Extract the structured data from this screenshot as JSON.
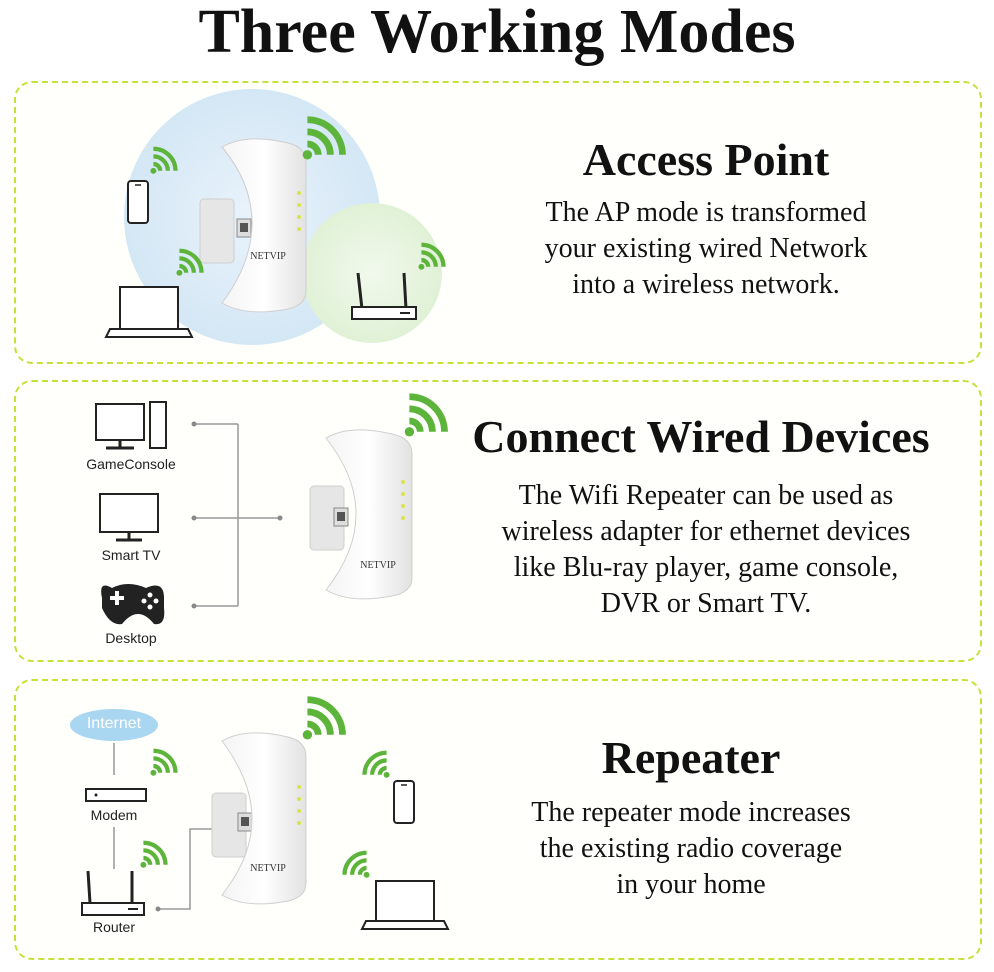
{
  "title": "Three Working Modes",
  "modes": [
    {
      "heading": "Access Point",
      "lines": [
        "The AP mode is transformed",
        "your existing wired Network",
        "into a wireless network."
      ]
    },
    {
      "heading": "Connect Wired Devices",
      "lines": [
        "The Wifi Repeater can be used as",
        "wireless adapter for ethernet devices",
        "like Blu-ray player, game console,",
        "DVR or Smart TV."
      ],
      "devices": [
        "GameConsole",
        "Smart TV",
        "Desktop"
      ]
    },
    {
      "heading": "Repeater",
      "lines": [
        "The repeater mode increases",
        "the existing radio coverage",
        "in your home"
      ],
      "devices": [
        "Internet",
        "Modem",
        "Router"
      ]
    }
  ],
  "device_brand": "NETVIP",
  "colors": {
    "border": "#c4e23c",
    "wifi": "#5db43a",
    "ap_circle": "#d8eaf7",
    "wired_circle": "#e6f5df",
    "internet": "#a9d6f0"
  }
}
